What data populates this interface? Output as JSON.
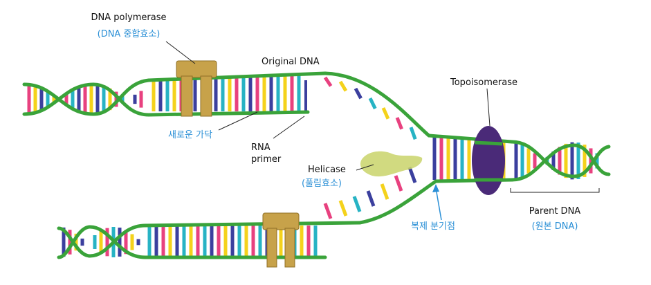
{
  "labels": {
    "dna_polymerase": "DNA polymerase",
    "dna_polymerase_ko": "(DNA 중합효소)",
    "original_dna": "Original DNA",
    "topoisomerase": "Topoisomerase",
    "new_strand_ko": "새로운 가닥",
    "rna_primer_line1": "RNA",
    "rna_primer_line2": "primer",
    "helicase": "Helicase",
    "helicase_ko": "(풀림효소)",
    "replication_fork_ko": "복제 분기점",
    "parent_dna": "Parent DNA",
    "parent_dna_ko": "(원본 DNA)"
  },
  "colors": {
    "backbone": "#3aa33a",
    "backbone_dark": "#2b7f2b",
    "base_pink": "#e8417f",
    "base_yellow": "#f4d21b",
    "base_blue": "#3b3f9e",
    "base_cyan": "#27b3c4",
    "polymerase": "#c7a24a",
    "polymerase_dark": "#8f6f26",
    "helicase": "#c9d36a",
    "topoisomerase": "#4a2a78",
    "label_blue": "#2a8fd6"
  }
}
